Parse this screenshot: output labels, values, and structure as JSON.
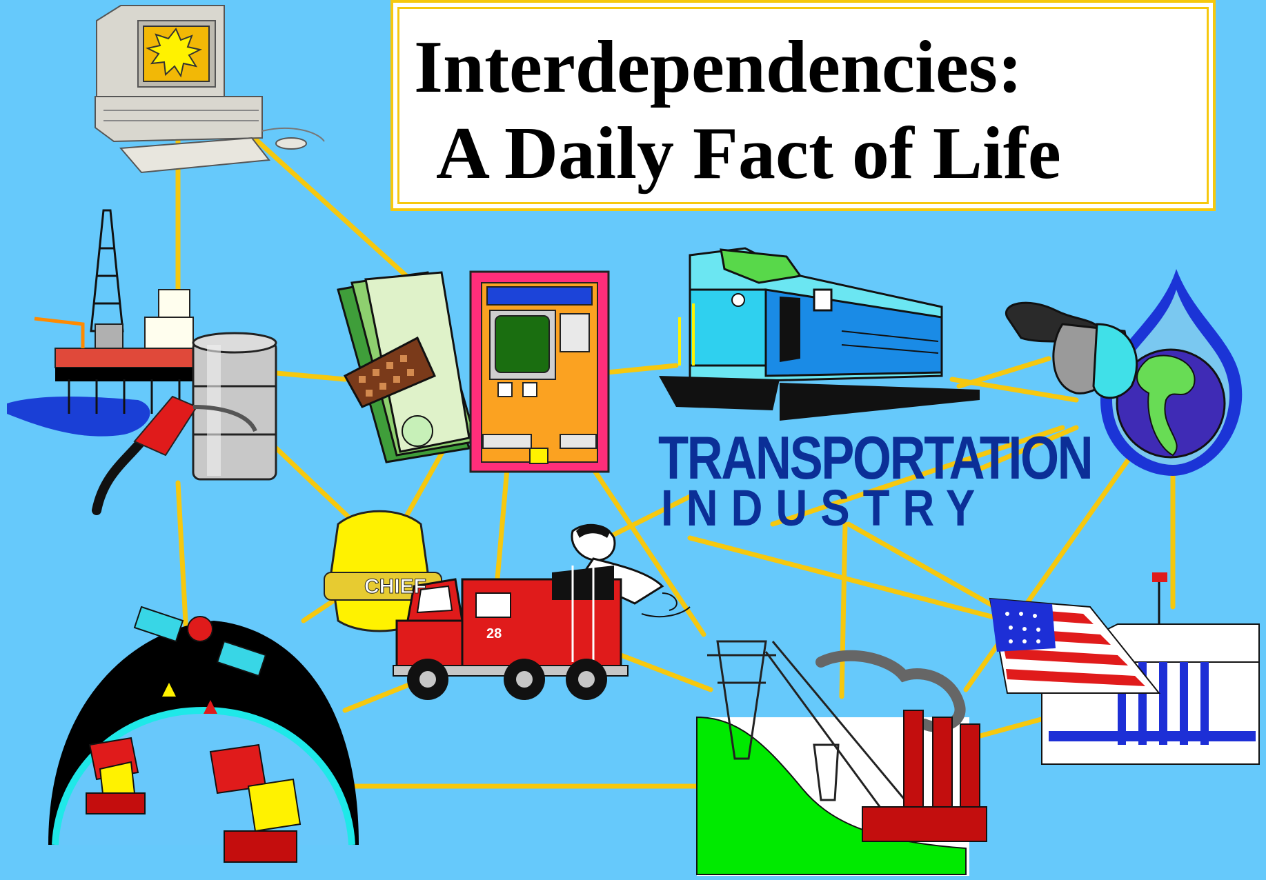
{
  "title": {
    "line1": "Interdependencies:",
    "line2": "A Daily Fact of Life"
  },
  "transportation_label": {
    "line1": "TRANSPORTATION",
    "line2": "INDUSTRY"
  },
  "badge_label": "CHIEF",
  "fire_truck_number": "28",
  "colors": {
    "background": "#66c9fb",
    "link_lines": "#f6c80e",
    "title_border": "#f6c80e",
    "transport_text": "#0b2f97"
  },
  "nodes": [
    {
      "name": "computer",
      "icon": "computer-icon"
    },
    {
      "name": "oil-and-gas",
      "icon": "oil-rig-icon"
    },
    {
      "name": "banking-and-finance",
      "icon": "money-atm-icon"
    },
    {
      "name": "transportation",
      "icon": "train-icon"
    },
    {
      "name": "water",
      "icon": "water-drop-globe-icon"
    },
    {
      "name": "emergency-services",
      "icon": "fire-truck-icon"
    },
    {
      "name": "telecommunications",
      "icon": "satellite-icon"
    },
    {
      "name": "electric-power",
      "icon": "power-plant-icon"
    },
    {
      "name": "government",
      "icon": "white-house-flag-icon"
    }
  ]
}
